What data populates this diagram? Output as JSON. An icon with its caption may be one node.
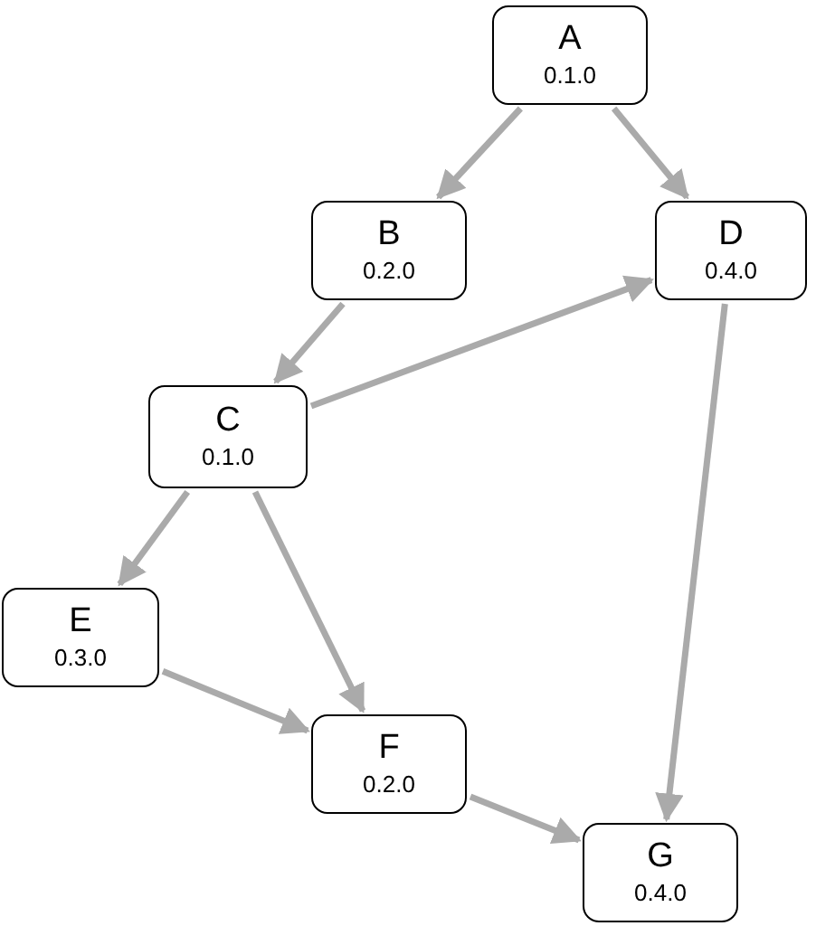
{
  "diagram": {
    "nodes": [
      {
        "text": [
          "A",
          "0.1.0"
        ]
      },
      {
        "text": [
          "B",
          "0.2.0"
        ]
      },
      {
        "text": [
          "D",
          "0.4.0"
        ]
      },
      {
        "text": [
          "C",
          "0.1.0"
        ]
      },
      {
        "text": [
          "E",
          "0.3.0"
        ]
      },
      {
        "text": [
          "F",
          "0.2.0"
        ]
      },
      {
        "text": [
          "G",
          "0.4.0"
        ]
      }
    ],
    "edges": [
      {
        "from": 0,
        "to": 1,
        "arrow": "to"
      },
      {
        "from": 0,
        "to": 2,
        "arrow": "to"
      },
      {
        "from": 1,
        "to": 3,
        "arrow": "to"
      },
      {
        "from": 3,
        "to": 2,
        "arrow": "to"
      },
      {
        "from": 3,
        "to": 4,
        "arrow": "to"
      },
      {
        "from": 3,
        "to": 5,
        "arrow": "to"
      },
      {
        "from": 4,
        "to": 5,
        "arrow": "to"
      },
      {
        "from": 5,
        "to": 6,
        "arrow": "to"
      },
      {
        "from": 2,
        "to": 6,
        "arrow": "to"
      }
    ]
  }
}
